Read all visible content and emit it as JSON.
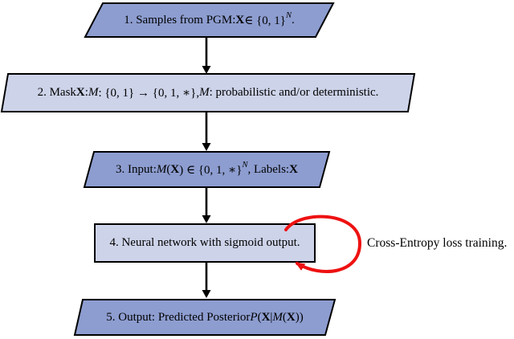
{
  "colors": {
    "box_dark": "#8d9dd0",
    "box_light": "#cdd3e9",
    "border": "#000000",
    "arrow": "#000000",
    "loop_red": "#ee1111",
    "background": "#ffffff"
  },
  "diagram": {
    "steps": [
      {
        "name": "samples-from-pgm",
        "shape": "parallelogram",
        "tone": "dark",
        "segments": [
          {
            "t": "1. Samples from PGM: "
          },
          {
            "t": "X",
            "b": true
          },
          {
            "t": " ∈ {0, 1}"
          },
          {
            "t": "N",
            "i": true,
            "sup": true
          },
          {
            "t": "."
          }
        ]
      },
      {
        "name": "mask",
        "shape": "parallelogram",
        "tone": "light",
        "segments": [
          {
            "t": "2. Mask "
          },
          {
            "t": "X",
            "b": true
          },
          {
            "t": ": "
          },
          {
            "t": "M",
            "i": true
          },
          {
            "t": " : {0, 1} → {0, 1, ∗}, "
          },
          {
            "t": "M",
            "i": true
          },
          {
            "t": " : probabilistic and/or deterministic."
          }
        ]
      },
      {
        "name": "input-labels",
        "shape": "parallelogram",
        "tone": "dark",
        "segments": [
          {
            "t": "3. Input: "
          },
          {
            "t": "M",
            "i": true
          },
          {
            "t": "("
          },
          {
            "t": "X",
            "b": true
          },
          {
            "t": ") ∈ {0, 1, ∗}"
          },
          {
            "t": "N",
            "i": true,
            "sup": true
          },
          {
            "t": ", Labels: "
          },
          {
            "t": "X",
            "b": true
          }
        ]
      },
      {
        "name": "neural-network",
        "shape": "rectangle",
        "tone": "light",
        "segments": [
          {
            "t": "4. Neural network with sigmoid output."
          }
        ]
      },
      {
        "name": "output-posterior",
        "shape": "parallelogram",
        "tone": "dark",
        "segments": [
          {
            "t": "5. Output: Predicted Posterior "
          },
          {
            "t": "P",
            "i": true
          },
          {
            "t": "("
          },
          {
            "t": "X",
            "b": true
          },
          {
            "t": "|"
          },
          {
            "t": "M",
            "i": true
          },
          {
            "t": "("
          },
          {
            "t": "X",
            "b": true
          },
          {
            "t": "))"
          }
        ]
      }
    ],
    "loop_label": "Cross-Entropy loss training."
  }
}
